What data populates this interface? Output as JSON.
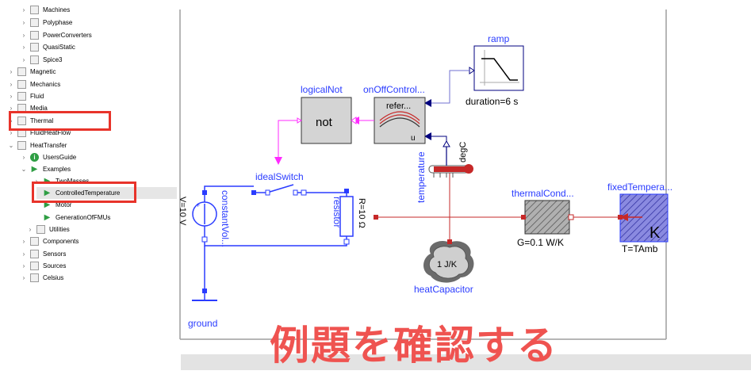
{
  "tree": {
    "items": [
      {
        "label": "Machines",
        "icon": "machine-icon"
      },
      {
        "label": "Polyphase",
        "icon": "polyphase-icon"
      },
      {
        "label": "PowerConverters",
        "icon": "power-converter-icon"
      },
      {
        "label": "QuasiStatic",
        "icon": "quasistatic-icon"
      },
      {
        "label": "Spice3",
        "icon": "spice-icon"
      },
      {
        "label": "Magnetic",
        "icon": "magnetic-icon"
      },
      {
        "label": "Mechanics",
        "icon": "mechanics-icon"
      },
      {
        "label": "Fluid",
        "icon": "fluid-icon"
      },
      {
        "label": "Media",
        "icon": "media-icon"
      },
      {
        "label": "Thermal",
        "icon": "thermal-icon"
      },
      {
        "label": "FluidHeatFlow",
        "icon": "fluid-heatflow-icon"
      },
      {
        "label": "HeatTransfer",
        "icon": "heattransfer-icon"
      },
      {
        "label": "UsersGuide",
        "icon": "info-icon"
      },
      {
        "label": "Examples",
        "icon": "play-icon"
      },
      {
        "label": "TwoMasses",
        "icon": "play-icon"
      },
      {
        "label": "ControlledTemperature",
        "icon": "play-icon"
      },
      {
        "label": "Motor",
        "icon": "play-icon"
      },
      {
        "label": "GenerationOfFMUs",
        "icon": "play-icon"
      },
      {
        "label": "Utilities",
        "icon": "utilities-icon"
      },
      {
        "label": "Components",
        "icon": "components-icon"
      },
      {
        "label": "Sensors",
        "icon": "sensors-icon"
      },
      {
        "label": "Sources",
        "icon": "sources-icon"
      },
      {
        "label": "Celsius",
        "icon": "celsius-icon"
      }
    ]
  },
  "diagram": {
    "ramp": {
      "name": "ramp",
      "param": "duration=6 s"
    },
    "logicalNot": {
      "name": "logicalNot",
      "body": "not"
    },
    "onOff": {
      "name": "onOffControl...",
      "body": "refer...",
      "u": "u"
    },
    "temperature": {
      "name": "temperature",
      "unit": "degC"
    },
    "idealSwitch": {
      "name": "idealSwitch"
    },
    "constantVoltage": {
      "name": "constantVol...",
      "param": "V=10 V"
    },
    "resistor": {
      "name": "resistor",
      "param": "R=10 Ω"
    },
    "thermalConductor": {
      "name": "thermalCond...",
      "param": "G=0.1 W/K"
    },
    "fixedTemperature": {
      "name": "fixedTempera...",
      "param": "T=TAmb",
      "body": "K"
    },
    "heatCapacitor": {
      "name": "heatCapacitor",
      "body": "1 J/K"
    },
    "ground": {
      "name": "ground"
    }
  },
  "caption": "例題を確認する",
  "colors": {
    "highlight": "#e8332a",
    "caption": "#ef5350",
    "electric": "#2a3cff",
    "thermal": "#c62828",
    "signal_bool": "#ff2aff",
    "signal_real": "#00007f"
  }
}
